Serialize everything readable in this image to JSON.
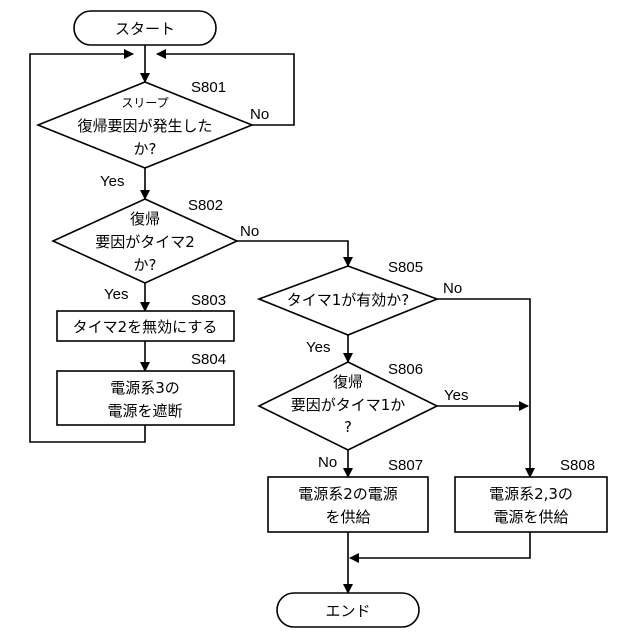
{
  "nodes": {
    "start": "スタート",
    "s801": [
      "スリープ",
      "復帰要因が発生した",
      "か?"
    ],
    "s802": [
      "復帰",
      "要因がタイマ2",
      "か?"
    ],
    "s803": "タイマ2を無効にする",
    "s804": [
      "電源系3の",
      "電源を遮断"
    ],
    "s805": "タイマ1が有効か?",
    "s806": [
      "復帰",
      "要因がタイマ1か",
      "?"
    ],
    "s807": [
      "電源系2の電源",
      "を供給"
    ],
    "s808": [
      "電源系2,3の",
      "電源を供給"
    ],
    "end": "エンド"
  },
  "steps": {
    "s801": "S801",
    "s802": "S802",
    "s803": "S803",
    "s804": "S804",
    "s805": "S805",
    "s806": "S806",
    "s807": "S807",
    "s808": "S808"
  },
  "branches": {
    "s801_no": "No",
    "s801_yes": "Yes",
    "s802_no": "No",
    "s802_yes": "Yes",
    "s805_no": "No",
    "s805_yes": "Yes",
    "s806_yes": "Yes",
    "s806_no": "No"
  }
}
